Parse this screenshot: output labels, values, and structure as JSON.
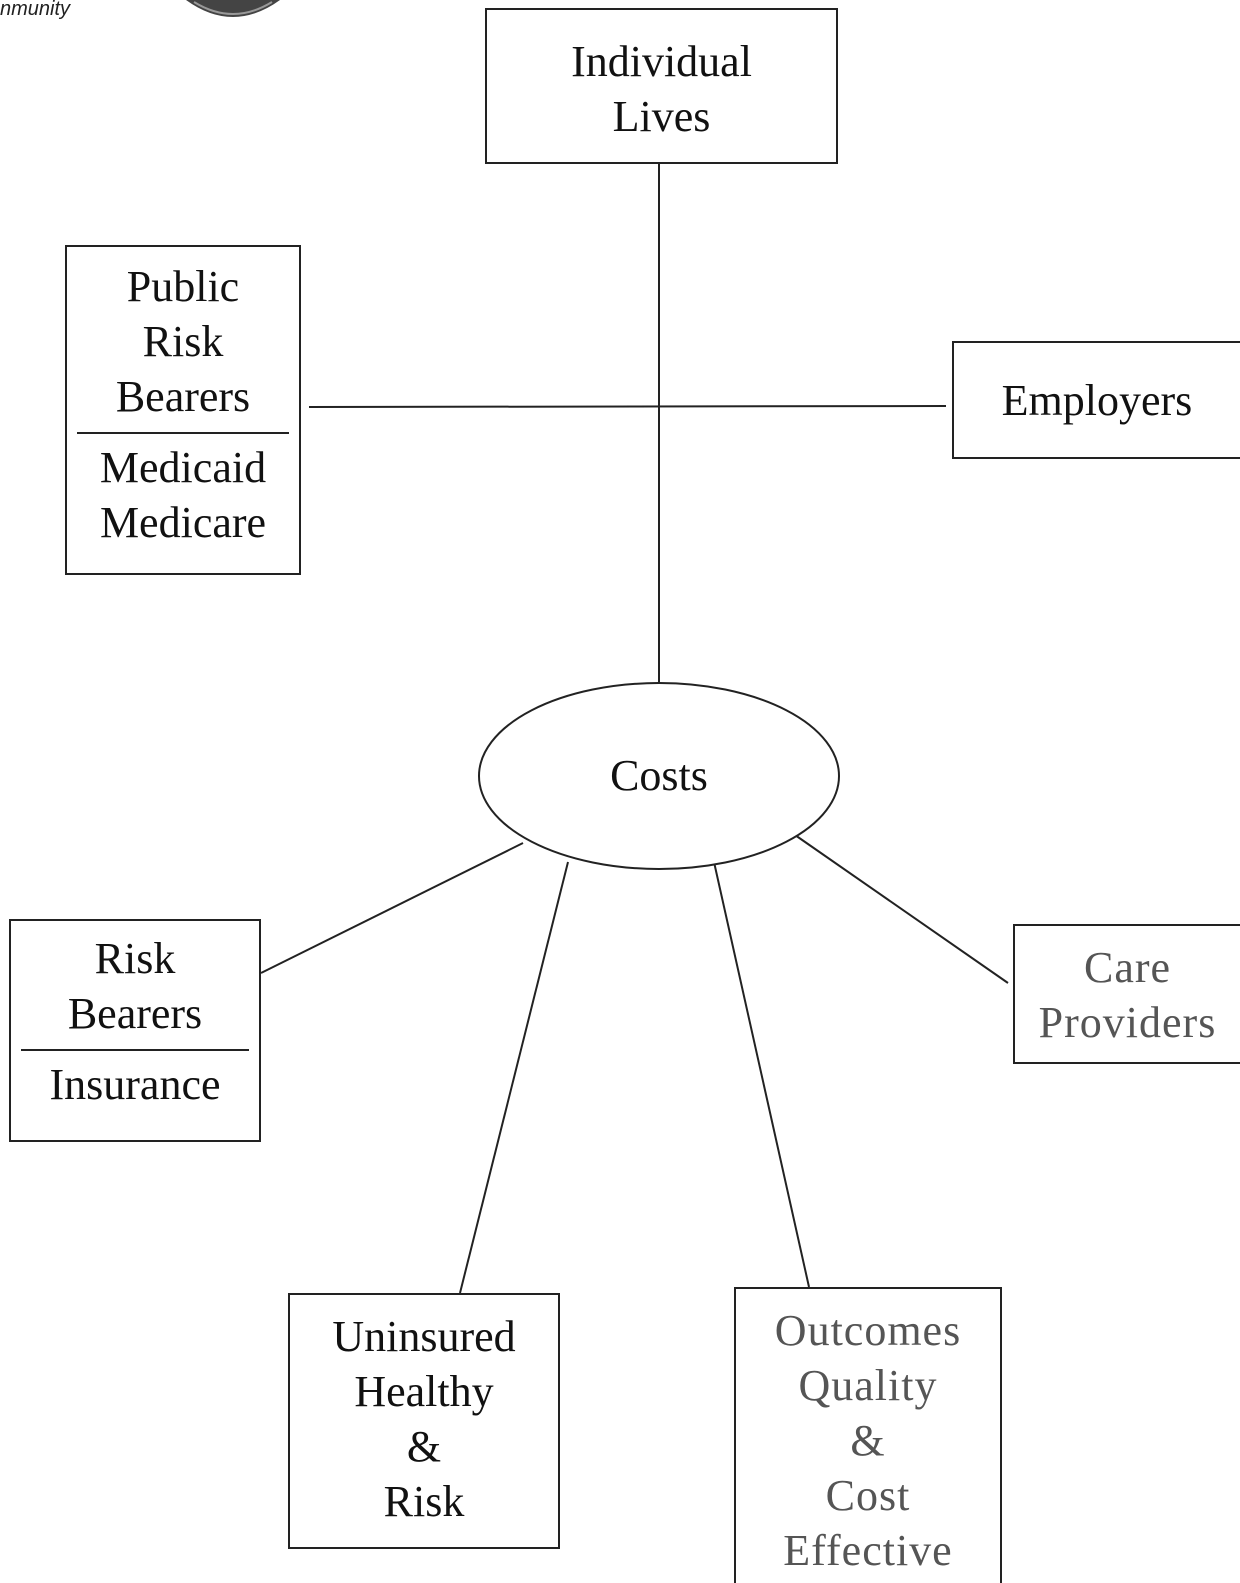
{
  "logo": {
    "text": "nmunity",
    "mark_icon": "circular-seal-icon"
  },
  "nodes": {
    "individual_lives": {
      "lines": [
        "Individual",
        "Lives"
      ]
    },
    "public_risk_bearers": {
      "lines": [
        "Public",
        "Risk",
        "Bearers"
      ],
      "sub_lines": [
        "Medicaid",
        "Medicare"
      ]
    },
    "employers": {
      "lines": [
        "Employers"
      ]
    },
    "costs": {
      "label": "Costs"
    },
    "risk_bearers": {
      "lines": [
        "Risk",
        "Bearers"
      ],
      "sub_lines": [
        "Insurance"
      ]
    },
    "care_providers": {
      "lines": [
        "Care",
        "Providers"
      ]
    },
    "uninsured": {
      "lines": [
        "Uninsured",
        "Healthy",
        "&",
        "Risk"
      ]
    },
    "outcomes": {
      "lines": [
        "Outcomes",
        "Quality",
        "&",
        "Cost",
        "Effective"
      ]
    }
  },
  "colors": {
    "line": "#222222",
    "text": "#111111",
    "light_text": "#555555",
    "background": "#ffffff"
  }
}
